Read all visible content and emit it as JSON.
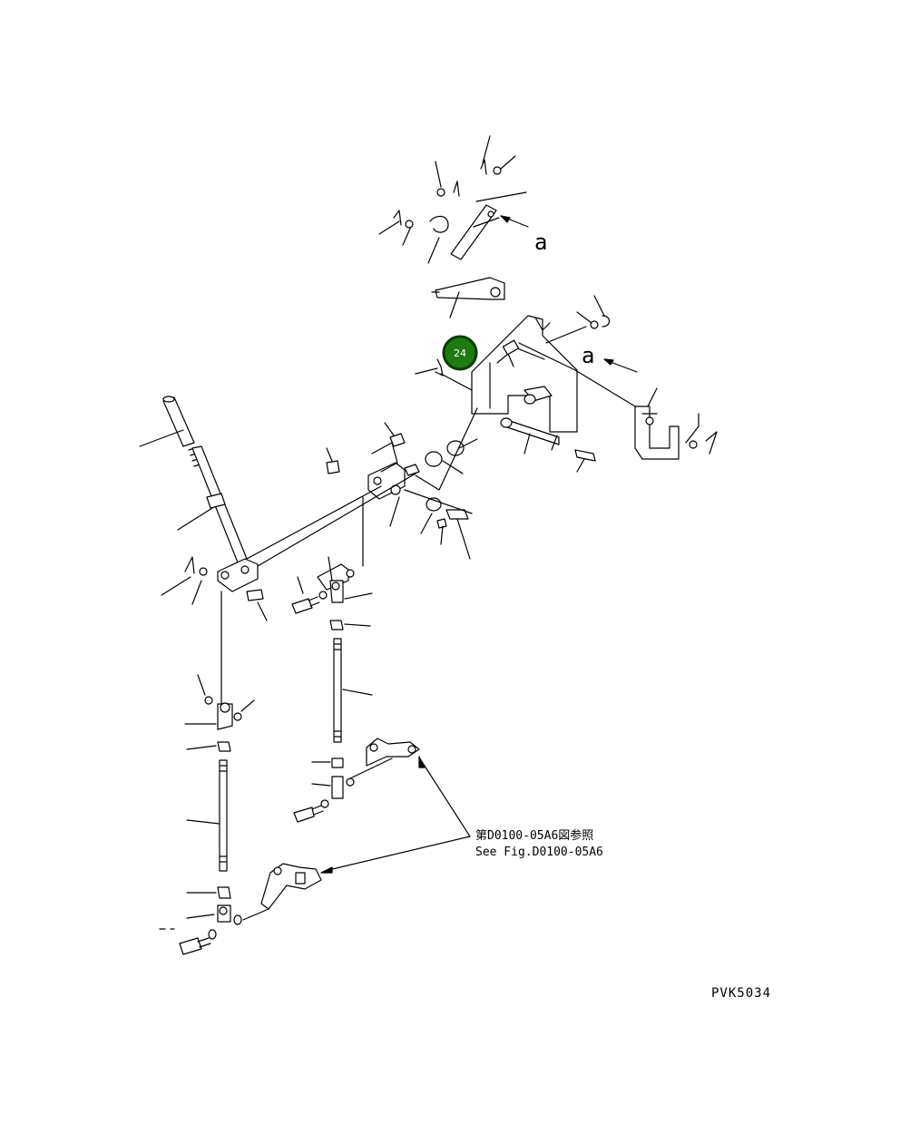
{
  "diagram": {
    "callout_number": "24",
    "view_label_top": "a",
    "view_label_right": "a",
    "reference_note_jp": "第D0100-05A6図参照",
    "reference_note_en": "See Fig.D0100-05A6",
    "drawing_code": "PVK5034",
    "colors": {
      "callout_fill": "#1f7a12",
      "callout_ring": "#0b3d06",
      "line": "#000000",
      "background": "#ffffff"
    }
  }
}
